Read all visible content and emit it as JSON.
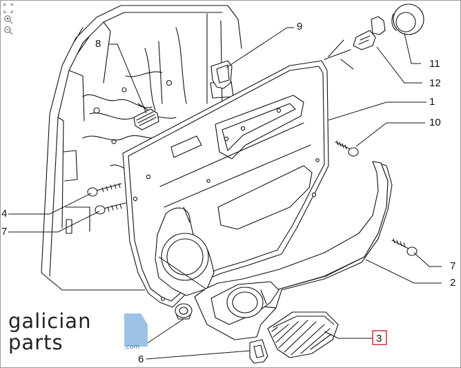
{
  "toolbar": {
    "fit_icon": "fit-to-window-icon",
    "zoom_in_icon": "zoom-in-icon",
    "zoom_out_icon": "zoom-out-icon"
  },
  "callouts": [
    {
      "id": "c8",
      "label": "8"
    },
    {
      "id": "c9",
      "label": "9"
    },
    {
      "id": "c11",
      "label": "11"
    },
    {
      "id": "c12",
      "label": "12"
    },
    {
      "id": "c1",
      "label": "1"
    },
    {
      "id": "c10",
      "label": "10"
    },
    {
      "id": "c4",
      "label": "4"
    },
    {
      "id": "c7a",
      "label": "7"
    },
    {
      "id": "c7b",
      "label": "7"
    },
    {
      "id": "c2",
      "label": "2"
    },
    {
      "id": "c3",
      "label": "3",
      "highlighted": true
    },
    {
      "id": "c6",
      "label": "6"
    }
  ],
  "brand": {
    "line1": "galician",
    "line2": "parts",
    "suffix": ".com"
  },
  "colors": {
    "line": "#111111",
    "highlight": "#d01f2f",
    "brand_blue": "#9cc3e6",
    "brand_text": "#222222"
  }
}
